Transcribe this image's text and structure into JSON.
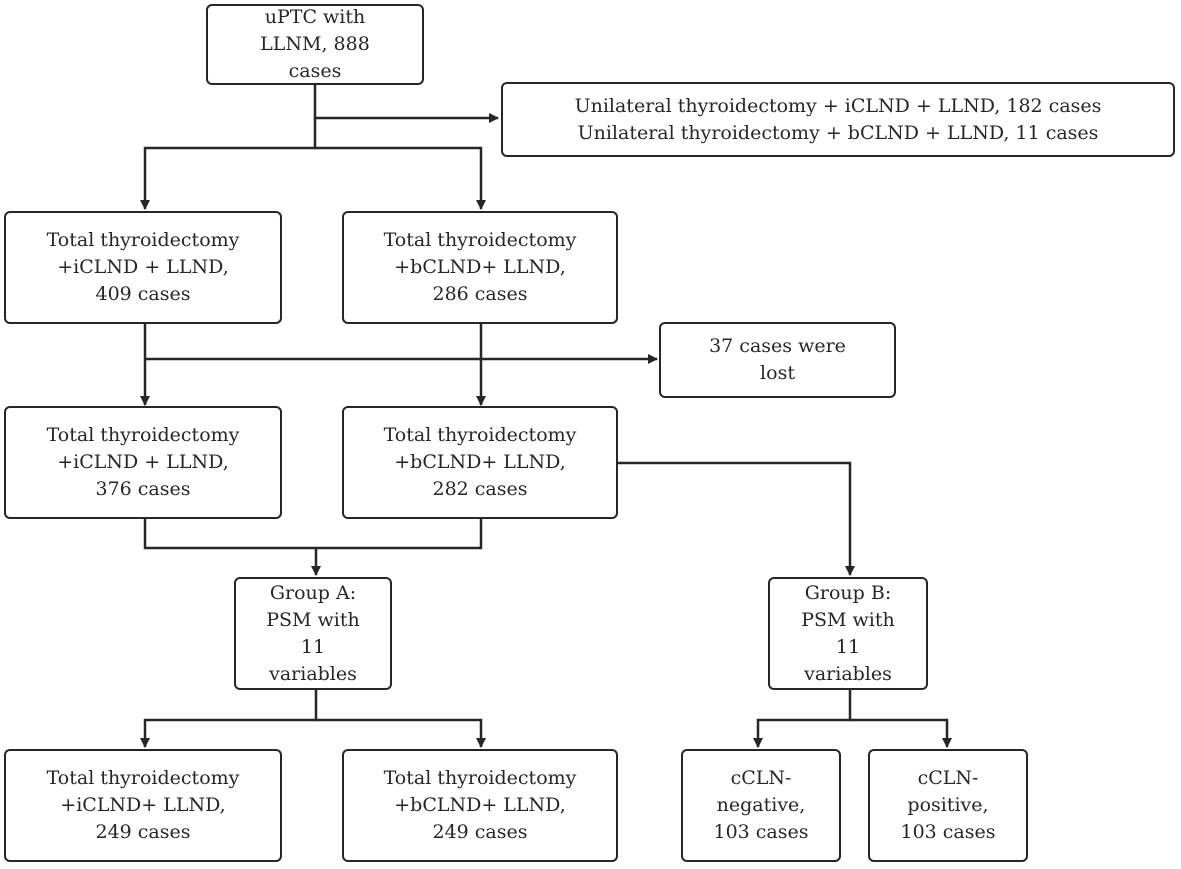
{
  "diagram": {
    "nodes": {
      "start": {
        "lines": [
          "uPTC with",
          "LLNM, 888",
          "cases"
        ]
      },
      "excluded": {
        "lines": [
          "Unilateral thyroidectomy + iCLND + LLND, 182 cases",
          "Unilateral thyroidectomy + bCLND + LLND, 11 cases"
        ]
      },
      "tt_i_409": {
        "lines": [
          "Total thyroidectomy",
          "+iCLND + LLND,",
          "409 cases"
        ]
      },
      "tt_b_286": {
        "lines": [
          "Total thyroidectomy",
          "+bCLND+ LLND,",
          "286 cases"
        ]
      },
      "lost": {
        "lines": [
          "37 cases were",
          "lost"
        ]
      },
      "tt_i_376": {
        "lines": [
          "Total thyroidectomy",
          "+iCLND + LLND,",
          "376 cases"
        ]
      },
      "tt_b_282": {
        "lines": [
          "Total thyroidectomy",
          "+bCLND+ LLND,",
          "282 cases"
        ]
      },
      "group_a": {
        "lines": [
          "Group A:",
          "PSM with",
          "11",
          "variables"
        ]
      },
      "group_b": {
        "lines": [
          "Group B:",
          "PSM with",
          "11",
          "variables"
        ]
      },
      "tt_i_249": {
        "lines": [
          "Total thyroidectomy",
          "+iCLND+ LLND,",
          "249 cases"
        ]
      },
      "tt_b_249": {
        "lines": [
          "Total thyroidectomy",
          "+bCLND+ LLND,",
          "249 cases"
        ]
      },
      "ccln_neg": {
        "lines": [
          "cCLN-",
          "negative,",
          "103 cases"
        ]
      },
      "ccln_pos": {
        "lines": [
          "cCLN-",
          "positive,",
          "103 cases"
        ]
      }
    },
    "edges": [
      {
        "from": "start",
        "to": "excluded"
      },
      {
        "from": "start",
        "to": "tt_i_409"
      },
      {
        "from": "start",
        "to": "tt_b_286"
      },
      {
        "from": "tt_i_409",
        "to": "tt_i_376"
      },
      {
        "from": "tt_b_286",
        "to": "tt_b_282"
      },
      {
        "from": "tt_i_409",
        "to": "lost"
      },
      {
        "from": "tt_i_376",
        "to": "group_a"
      },
      {
        "from": "tt_b_282",
        "to": "group_a"
      },
      {
        "from": "tt_b_282",
        "to": "group_b"
      },
      {
        "from": "group_a",
        "to": "tt_i_249"
      },
      {
        "from": "group_a",
        "to": "tt_b_249"
      },
      {
        "from": "group_b",
        "to": "ccln_neg"
      },
      {
        "from": "group_b",
        "to": "ccln_pos"
      }
    ],
    "colors": {
      "line": "#262626",
      "box_border": "#262626",
      "background": "#ffffff",
      "text": "#262626"
    }
  }
}
